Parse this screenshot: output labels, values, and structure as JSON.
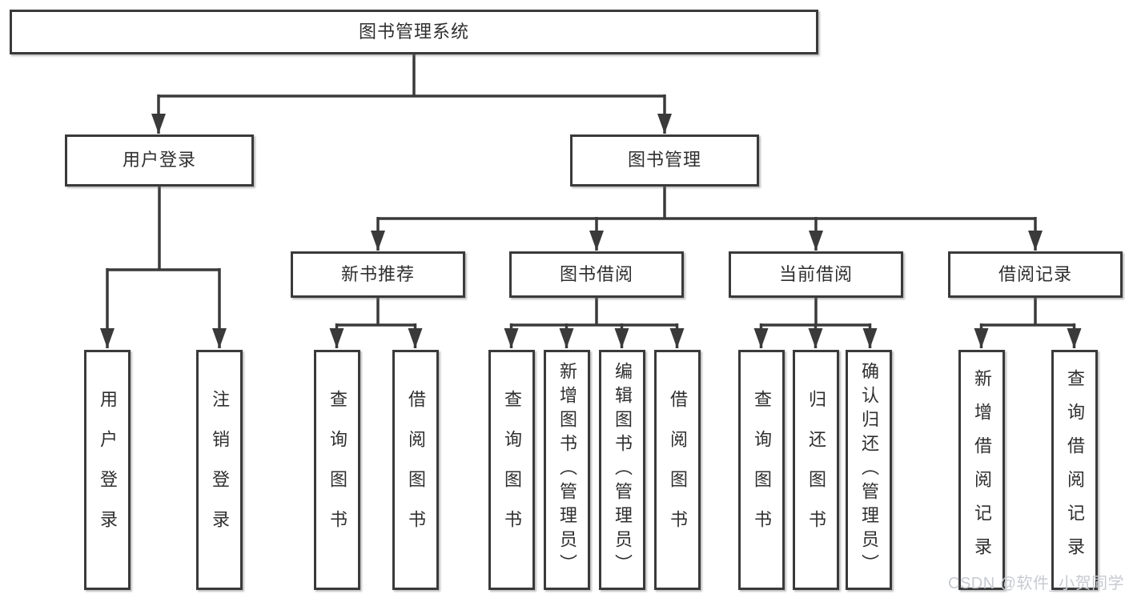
{
  "colors": {
    "background": "#ffffff",
    "line": "#3a3a3a",
    "text": "#2f2f2f",
    "watermark": "#c7cbd1"
  },
  "root": {
    "label": "图书管理系统"
  },
  "level2": {
    "user_login": {
      "label": "用户登录"
    },
    "book_mgmt": {
      "label": "图书管理"
    }
  },
  "level3": {
    "new_book": {
      "label": "新书推荐",
      "parent": "图书管理"
    },
    "book_borrow": {
      "label": "图书借阅",
      "parent": "图书管理"
    },
    "current_borrow": {
      "label": "当前借阅",
      "parent": "图书管理"
    },
    "borrow_record": {
      "label": "借阅记录",
      "parent": "图书管理"
    }
  },
  "leaves": {
    "user_login_1": {
      "label": "用户登录",
      "parent": "用户登录"
    },
    "user_login_2": {
      "label": "注销登录",
      "parent": "用户登录"
    },
    "new_book_1": {
      "label": "查询图书",
      "parent": "新书推荐"
    },
    "new_book_2": {
      "label": "借阅图书",
      "parent": "新书推荐"
    },
    "book_borrow_1": {
      "label": "查询图书",
      "parent": "图书借阅"
    },
    "book_borrow_2": {
      "label": "新增图书（管理员）",
      "parent": "图书借阅"
    },
    "book_borrow_3": {
      "label": "编辑图书（管理员）",
      "parent": "图书借阅"
    },
    "book_borrow_4": {
      "label": "借阅图书",
      "parent": "图书借阅"
    },
    "current_borrow_1": {
      "label": "查询图书",
      "parent": "当前借阅"
    },
    "current_borrow_2": {
      "label": "归还图书",
      "parent": "当前借阅"
    },
    "current_borrow_3": {
      "label": "确认归还（管理员）",
      "parent": "当前借阅"
    },
    "borrow_record_1": {
      "label": "新增借阅记录",
      "parent": "借阅记录"
    },
    "borrow_record_2": {
      "label": "查询借阅记录",
      "parent": "借阅记录"
    }
  },
  "watermark": {
    "text": "CSDN @软件_小贺同学"
  }
}
